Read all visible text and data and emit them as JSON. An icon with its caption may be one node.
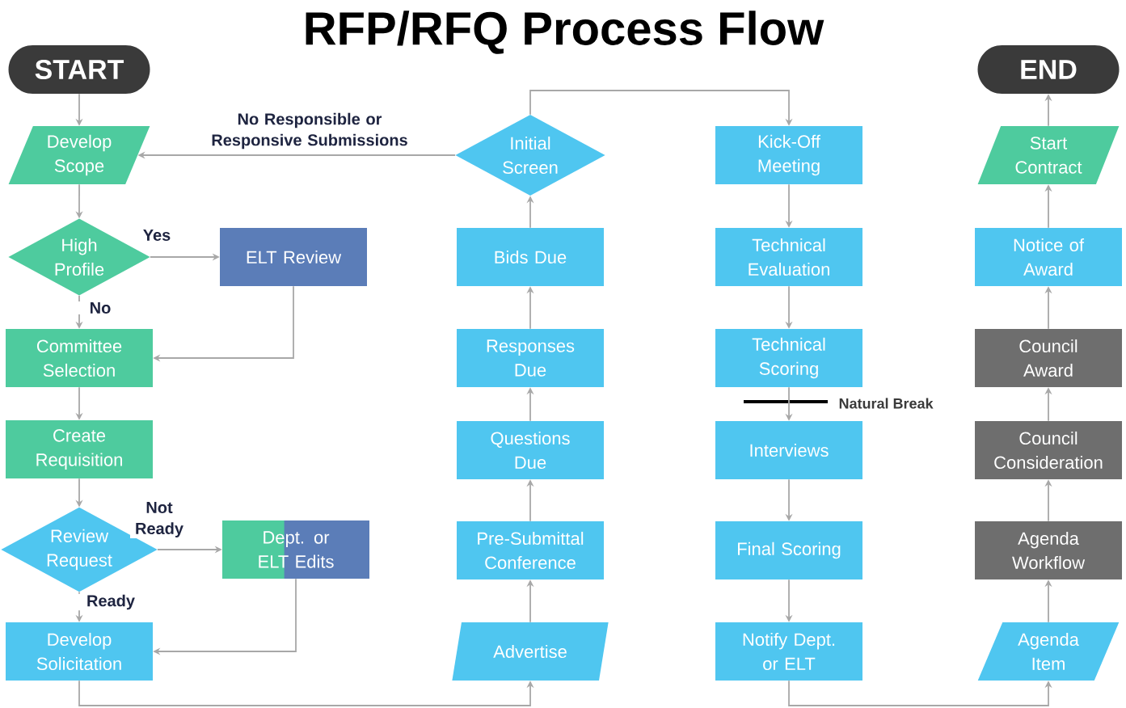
{
  "diagram": {
    "title": "RFP/RFQ Process Flow",
    "nodes": [
      {
        "text": [
          "START"
        ]
      },
      {
        "text": [
          "Develop Scope"
        ]
      },
      {
        "text": [
          "High Profile"
        ]
      },
      {
        "text": [
          "ELT Review"
        ]
      },
      {
        "text": [
          "Committee Selection"
        ]
      },
      {
        "text": [
          "Create Requisition"
        ]
      },
      {
        "text": [
          "Review Request"
        ]
      },
      {
        "text": [
          "Dept. or ELT Edits"
        ]
      },
      {
        "text": [
          "Develop Solicitation"
        ]
      },
      {
        "text": [
          "Advertise"
        ]
      },
      {
        "text": [
          "Pre-Submittal Conference"
        ]
      },
      {
        "text": [
          "Questions Due"
        ]
      },
      {
        "text": [
          "Responses Due"
        ]
      },
      {
        "text": [
          "Bids Due"
        ]
      },
      {
        "text": [
          "Initial Screen"
        ]
      },
      {
        "text": [
          "Kick-Off Meeting"
        ]
      },
      {
        "text": [
          "Technical Evaluation"
        ]
      },
      {
        "text": [
          "Technical Scoring"
        ]
      },
      {
        "text": [
          "Interviews"
        ]
      },
      {
        "text": [
          "Final Scoring"
        ]
      },
      {
        "text": [
          "Notify Dept. or ELT"
        ]
      },
      {
        "text": [
          "Agenda Item"
        ]
      },
      {
        "text": [
          "Agenda Workflow"
        ]
      },
      {
        "text": [
          "Council Consideration"
        ]
      },
      {
        "text": [
          "Council Award"
        ]
      },
      {
        "text": [
          "Notice of Award"
        ]
      },
      {
        "text": [
          "Start Contract"
        ]
      },
      {
        "text": [
          "END"
        ]
      }
    ],
    "edges": [
      {
        "from": 0,
        "to": 1,
        "arrow": "to"
      },
      {
        "from": 1,
        "to": 2,
        "arrow": "to"
      },
      {
        "from": 2,
        "to": 3,
        "arrow": "to",
        "label": "Yes"
      },
      {
        "from": 2,
        "to": 4,
        "arrow": "to",
        "label": "No"
      },
      {
        "from": 3,
        "to": 4,
        "arrow": "to"
      },
      {
        "from": 4,
        "to": 5,
        "arrow": "to"
      },
      {
        "from": 5,
        "to": 6,
        "arrow": "to"
      },
      {
        "from": 6,
        "to": 7,
        "arrow": "to",
        "label": "Not Ready"
      },
      {
        "from": 6,
        "to": 8,
        "arrow": "to",
        "label": "Ready"
      },
      {
        "from": 7,
        "to": 8,
        "arrow": "to"
      },
      {
        "from": 8,
        "to": 9,
        "arrow": "to"
      },
      {
        "from": 9,
        "to": 10,
        "arrow": "to"
      },
      {
        "from": 10,
        "to": 11,
        "arrow": "to"
      },
      {
        "from": 11,
        "to": 12,
        "arrow": "to"
      },
      {
        "from": 12,
        "to": 13,
        "arrow": "to"
      },
      {
        "from": 13,
        "to": 14,
        "arrow": "to"
      },
      {
        "from": 14,
        "to": 1,
        "arrow": "to",
        "label": "No Responsible or Responsive Submissions"
      },
      {
        "from": 14,
        "to": 15,
        "arrow": "to"
      },
      {
        "from": 15,
        "to": 16,
        "arrow": "to"
      },
      {
        "from": 16,
        "to": 17,
        "arrow": "to"
      },
      {
        "from": 17,
        "to": 18,
        "arrow": "to"
      },
      {
        "from": 18,
        "to": 19,
        "arrow": "to"
      },
      {
        "from": 19,
        "to": 20,
        "arrow": "to"
      },
      {
        "from": 20,
        "to": 21,
        "arrow": "to"
      },
      {
        "from": 21,
        "to": 22,
        "arrow": "to"
      },
      {
        "from": 22,
        "to": 23,
        "arrow": "to"
      },
      {
        "from": 23,
        "to": 24,
        "arrow": "to"
      },
      {
        "from": 24,
        "to": 25,
        "arrow": "to"
      },
      {
        "from": 25,
        "to": 26,
        "arrow": "to"
      },
      {
        "from": 26,
        "to": 27,
        "arrow": "to"
      }
    ],
    "labels": [
      "Natural Break"
    ]
  }
}
